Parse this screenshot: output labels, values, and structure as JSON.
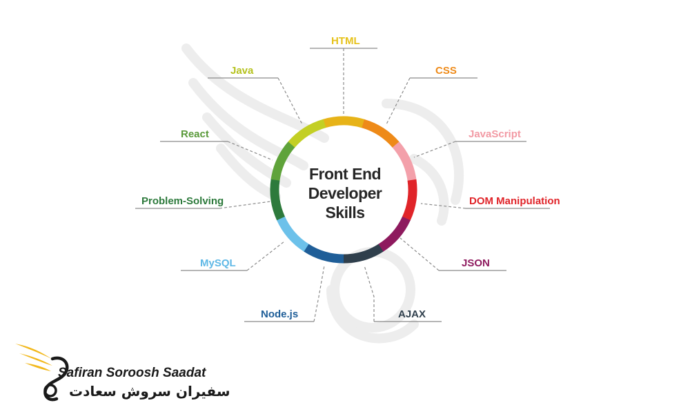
{
  "center": {
    "line1": "Front End",
    "line2": "Developer",
    "line3": "Skills"
  },
  "skills": [
    {
      "label": "HTML",
      "color": "#e6c21a",
      "ring": "#e7b318"
    },
    {
      "label": "CSS",
      "color": "#ee8a18",
      "ring": "#ee8a18"
    },
    {
      "label": "JavaScript",
      "color": "#f29aa4",
      "ring": "#f3a0aa"
    },
    {
      "label": "DOM Manipulation",
      "color": "#e02429",
      "ring": "#e02429"
    },
    {
      "label": "JSON",
      "color": "#8e1a5e",
      "ring": "#8e1a5e"
    },
    {
      "label": "AJAX",
      "color": "#2f3f4c",
      "ring": "#2f3f4c"
    },
    {
      "label": "Node.js",
      "color": "#1f5e98",
      "ring": "#1f5e98"
    },
    {
      "label": "MySQL",
      "color": "#5fb8e6",
      "ring": "#6cc1ea"
    },
    {
      "label": "Problem-Solving",
      "color": "#2d7a3c",
      "ring": "#2d7a3c"
    },
    {
      "label": "React",
      "color": "#5a9a3a",
      "ring": "#5fa33a"
    },
    {
      "label": "Java",
      "color": "#b5c21e",
      "ring": "#c3cf24"
    }
  ],
  "logo": {
    "latin": "Safiran Soroosh Saadat",
    "farsi": "سفیران سروش سعادت",
    "bird_color": "#f2b81c"
  }
}
